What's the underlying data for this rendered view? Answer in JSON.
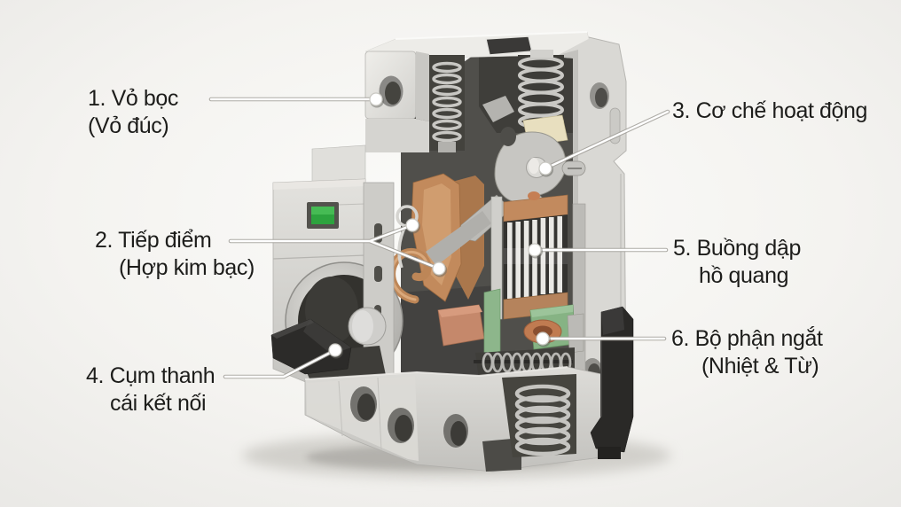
{
  "illustration": {
    "name": "circuit-breaker-cutaway",
    "style": "3d-render-annotated-diagram"
  },
  "labels": [
    {
      "number": "1",
      "line1": "1. Vỏ bọc",
      "line2": "(Vỏ đúc)"
    },
    {
      "number": "2",
      "line1": "2. Tiếp điểm",
      "line2": "(Hợp kim bạc)"
    },
    {
      "number": "3",
      "line1": "3. Cơ chế hoạt động",
      "line2": ""
    },
    {
      "number": "4",
      "line1": "4. Cụm thanh",
      "line2": "cái kết nối"
    },
    {
      "number": "5",
      "line1": "5. Buồng dập",
      "line2": "hồ quang"
    },
    {
      "number": "6",
      "line1": "6. Bộ phận ngắt",
      "line2": "(Nhiệt & Từ)"
    }
  ],
  "palette": {
    "background": "#f2f1ee",
    "case_light": "#e8e7e3",
    "case_mid": "#cfcecb",
    "cavity_dark": "#4a4945",
    "copper": "#c28a5c",
    "salmon_copper": "#c4886c",
    "arc_plate": "#e9e8e4",
    "green_indicator": "#2da33e",
    "trip_green": "#86b384",
    "black_part": "#2a2927",
    "silver": "#c6c5c1",
    "cream": "#e8dfbf",
    "label_text": "#1d1d1b",
    "leader_line": "#ffffff"
  }
}
